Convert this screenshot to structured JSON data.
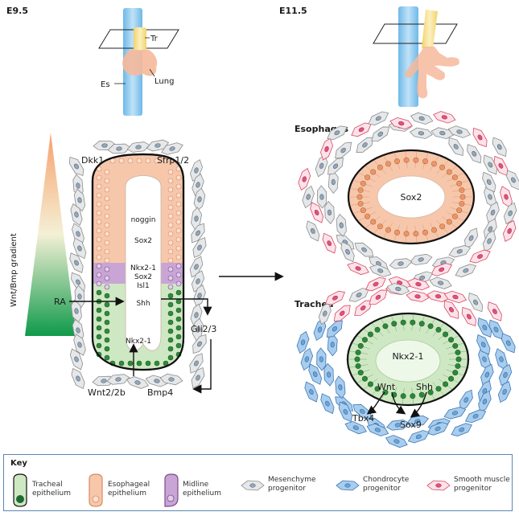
{
  "panels": {
    "left_stage": "E9.5",
    "right_stage": "E11.5"
  },
  "left_cartoon": {
    "trachea": "Tr",
    "esophagus": "Es",
    "lung": "Lung"
  },
  "left_section": {
    "top_left_signal": "Dkk1",
    "top_right_signal": "Sfrp1/2",
    "gradient_label": "Wnt/Bmp gradient",
    "upper_factors": [
      "noggin",
      "Sox2"
    ],
    "midline_factors": [
      "Nkx2-1",
      "Sox2",
      "Isl1"
    ],
    "ventral_shh": "Shh",
    "ventral_nkx": "Nkx2-1",
    "ra": "RA",
    "gli": "Gli2/3",
    "wnt": "Wnt2/2b",
    "bmp": "Bmp4"
  },
  "esophagus_section": {
    "title": "Esophagus",
    "factor": "Sox2"
  },
  "trachea_section": {
    "title": "Trachea",
    "factor": "Nkx2-1",
    "wnt": "Wnt",
    "shh": "Shh",
    "tbx": "Tbx4",
    "sox": "Sox9"
  },
  "key": {
    "title": "Key",
    "items": [
      {
        "icon": "tracheal-epithelium-icon",
        "label_lines": [
          "Tracheal",
          "epithelium"
        ],
        "color": "#cfe8c4"
      },
      {
        "icon": "esophageal-epithelium-icon",
        "label_lines": [
          "Esophageal",
          "epithelium"
        ],
        "color": "#f7c7ab"
      },
      {
        "icon": "midline-epithelium-icon",
        "label_lines": [
          "Midline",
          "epithelium"
        ],
        "color": "#c8a5d5"
      },
      {
        "icon": "mesenchyme-progenitor-icon",
        "label_lines": [
          "Mesenchyme",
          "progenitor"
        ],
        "color": "#e6e7e8"
      },
      {
        "icon": "chondrocyte-progenitor-icon",
        "label_lines": [
          "Chondrocyte",
          "progenitor"
        ],
        "color": "#a9cdee"
      },
      {
        "icon": "smooth-muscle-progenitor-icon",
        "label_lines": [
          "Smooth muscle",
          "progenitor"
        ],
        "color": "#f9c2d0"
      }
    ]
  },
  "colors": {
    "tracheal": "#cfe8c4",
    "tracheal_nucleus": "#2e8b3a",
    "esophageal": "#f7c7ab",
    "esophageal_nucleus": "#ef9a6b",
    "midline": "#c8a5d5",
    "mesenchyme": "#e6e7e8",
    "chondrocyte": "#a9cdee",
    "smooth_muscle": "#f9c2d0",
    "tube_blue": "#9fd0ef",
    "tube_yellow": "#f7e29a"
  }
}
